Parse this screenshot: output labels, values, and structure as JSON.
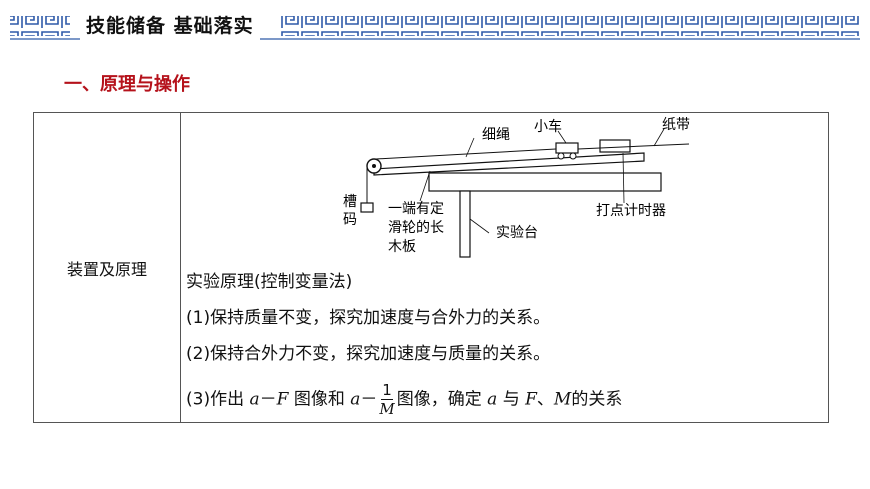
{
  "banner": {
    "title": "技能储备 基础落实"
  },
  "section": {
    "heading": "一、原理与操作"
  },
  "table": {
    "row_label": "装置及原理",
    "diagram": {
      "rope_label": "细绳",
      "cart_label": "小车",
      "tape_label": "纸带",
      "weight_label_1": "槽",
      "weight_label_2": "码",
      "board_label_1": "一端有定",
      "board_label_2": "滑轮的长",
      "board_label_3": "木板",
      "table_label": "实验台",
      "timer_label": "打点计时器"
    },
    "principle": {
      "title": "实验原理(控制变量法)",
      "item1": "(1)保持质量不变，探究加速度与合外力的关系。",
      "item2": "(2)保持合外力不变，探究加速度与质量的关系。",
      "item3": {
        "prefix": "(3)作出",
        "var_a1": "a",
        "dash1": "－",
        "var_F1": "F",
        "mid1": "图像和",
        "var_a2": "a",
        "dash2": "－",
        "frac_num": "1",
        "frac_den": "M",
        "mid2": "图像，确定",
        "var_a3": "a",
        "mid3": "与",
        "var_F2": "F",
        "sep": "、",
        "var_M": "M",
        "suffix": "的关系"
      }
    }
  },
  "colors": {
    "banner_blue": "#2f5aa8",
    "heading_red": "#b5121b"
  }
}
